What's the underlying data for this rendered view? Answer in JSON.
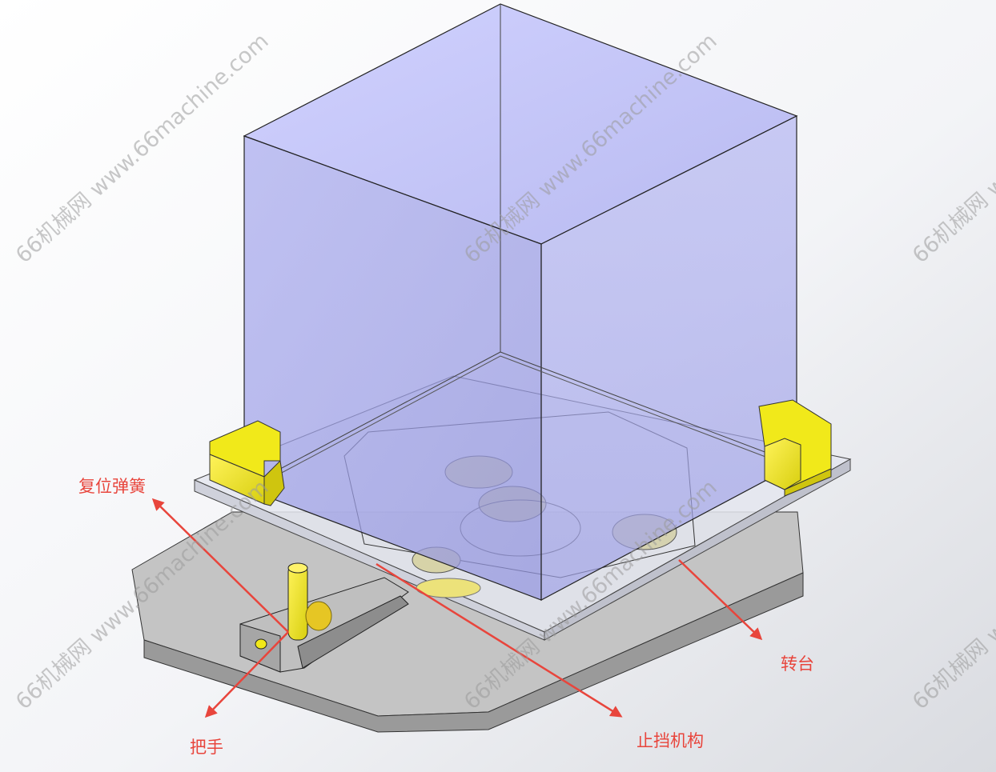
{
  "diagram": {
    "callouts": {
      "reset_spring": "复位弹簧",
      "handle": "把手",
      "stop_mechanism": "止挡机构",
      "turntable": "转台"
    },
    "watermark_text": "66机械网 www.66machine.com",
    "colors": {
      "annotation": "#e8453c",
      "cover": "#9b9cf0",
      "yellow_parts": "#f0ea17",
      "base_plate": "#bdbdbd"
    }
  }
}
